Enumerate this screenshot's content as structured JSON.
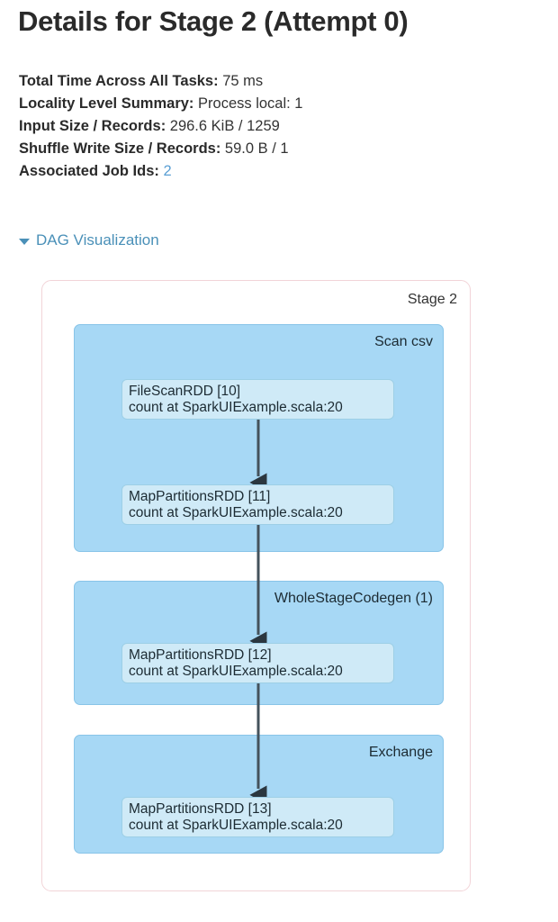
{
  "page": {
    "title": "Details for Stage 2 (Attempt 0)"
  },
  "summary": {
    "rows": [
      {
        "label": "Total Time Across All Tasks:",
        "value": "75 ms",
        "is_link": false
      },
      {
        "label": "Locality Level Summary:",
        "value": "Process local: 1",
        "is_link": false
      },
      {
        "label": "Input Size / Records:",
        "value": "296.6 KiB / 1259",
        "is_link": false
      },
      {
        "label": "Shuffle Write Size / Records:",
        "value": "59.0 B / 1",
        "is_link": false
      },
      {
        "label": "Associated Job Ids:",
        "value": "2",
        "is_link": true
      }
    ]
  },
  "dag_toggle": {
    "label": "DAG Visualization",
    "icon": "caret-down-icon",
    "expanded": true
  },
  "dag": {
    "stage_label": "Stage 2",
    "scopes": [
      {
        "label": "Scan csv"
      },
      {
        "label": "WholeStageCodegen (1)"
      },
      {
        "label": "Exchange"
      }
    ],
    "nodes": [
      {
        "line1": "FileScanRDD [10]",
        "line2": "count at SparkUIExample.scala:20"
      },
      {
        "line1": "MapPartitionsRDD [11]",
        "line2": "count at SparkUIExample.scala:20"
      },
      {
        "line1": "MapPartitionsRDD [12]",
        "line2": "count at SparkUIExample.scala:20"
      },
      {
        "line1": "MapPartitionsRDD [13]",
        "line2": "count at SparkUIExample.scala:20"
      }
    ]
  },
  "colors": {
    "link": "#4a90b8",
    "job_id_link": "#5a9fd4",
    "scope_fill": "#a7d8f5",
    "scope_border": "#88c4e8",
    "node_fill": "#cfeaf7",
    "node_border": "#9dcfe6",
    "stage_border": "#f2d4d8",
    "edge": "#44525c",
    "text": "#333333"
  }
}
